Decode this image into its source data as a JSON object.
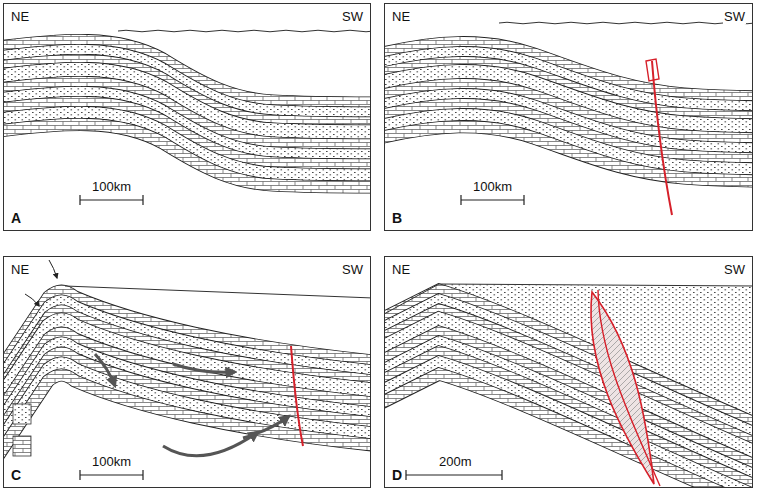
{
  "diagram": {
    "nodes": [
      {
        "text": [
          "NE",
          "SW",
          "100km",
          "A"
        ]
      },
      {
        "text": [
          "NE",
          "SW",
          "100km",
          "B"
        ]
      },
      {
        "text": [
          "NE",
          "SW",
          "100km",
          "C"
        ]
      },
      {
        "text": [
          "NE",
          "SW",
          "200m",
          "D"
        ]
      }
    ]
  }
}
